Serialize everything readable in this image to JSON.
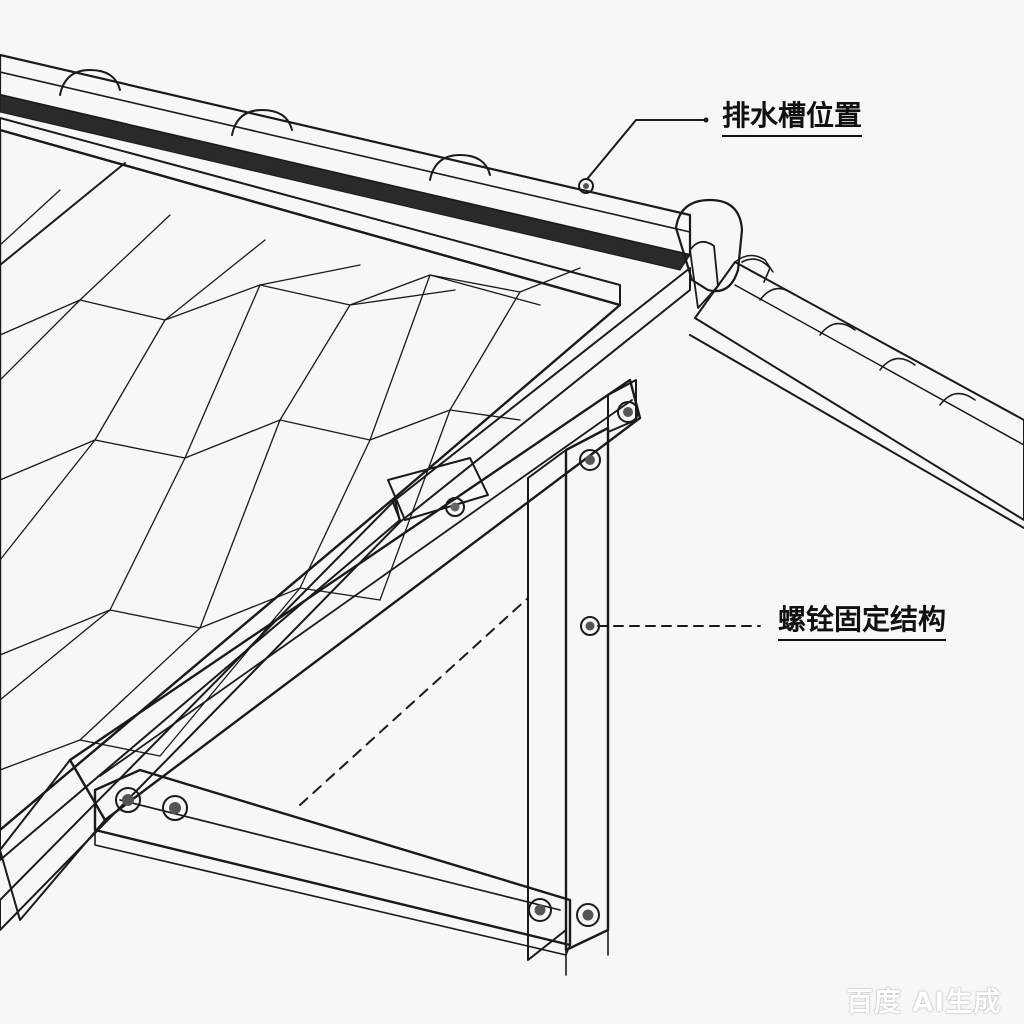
{
  "callouts": {
    "drain": "排水槽位置",
    "bolt": "螺铨固定结构"
  },
  "watermark": "百度 AI生成",
  "colors": {
    "background": "#f7f7f5",
    "ink": "#1a1a1a",
    "panel_fill": "#fafafa",
    "shade": "#c9c9c9"
  }
}
